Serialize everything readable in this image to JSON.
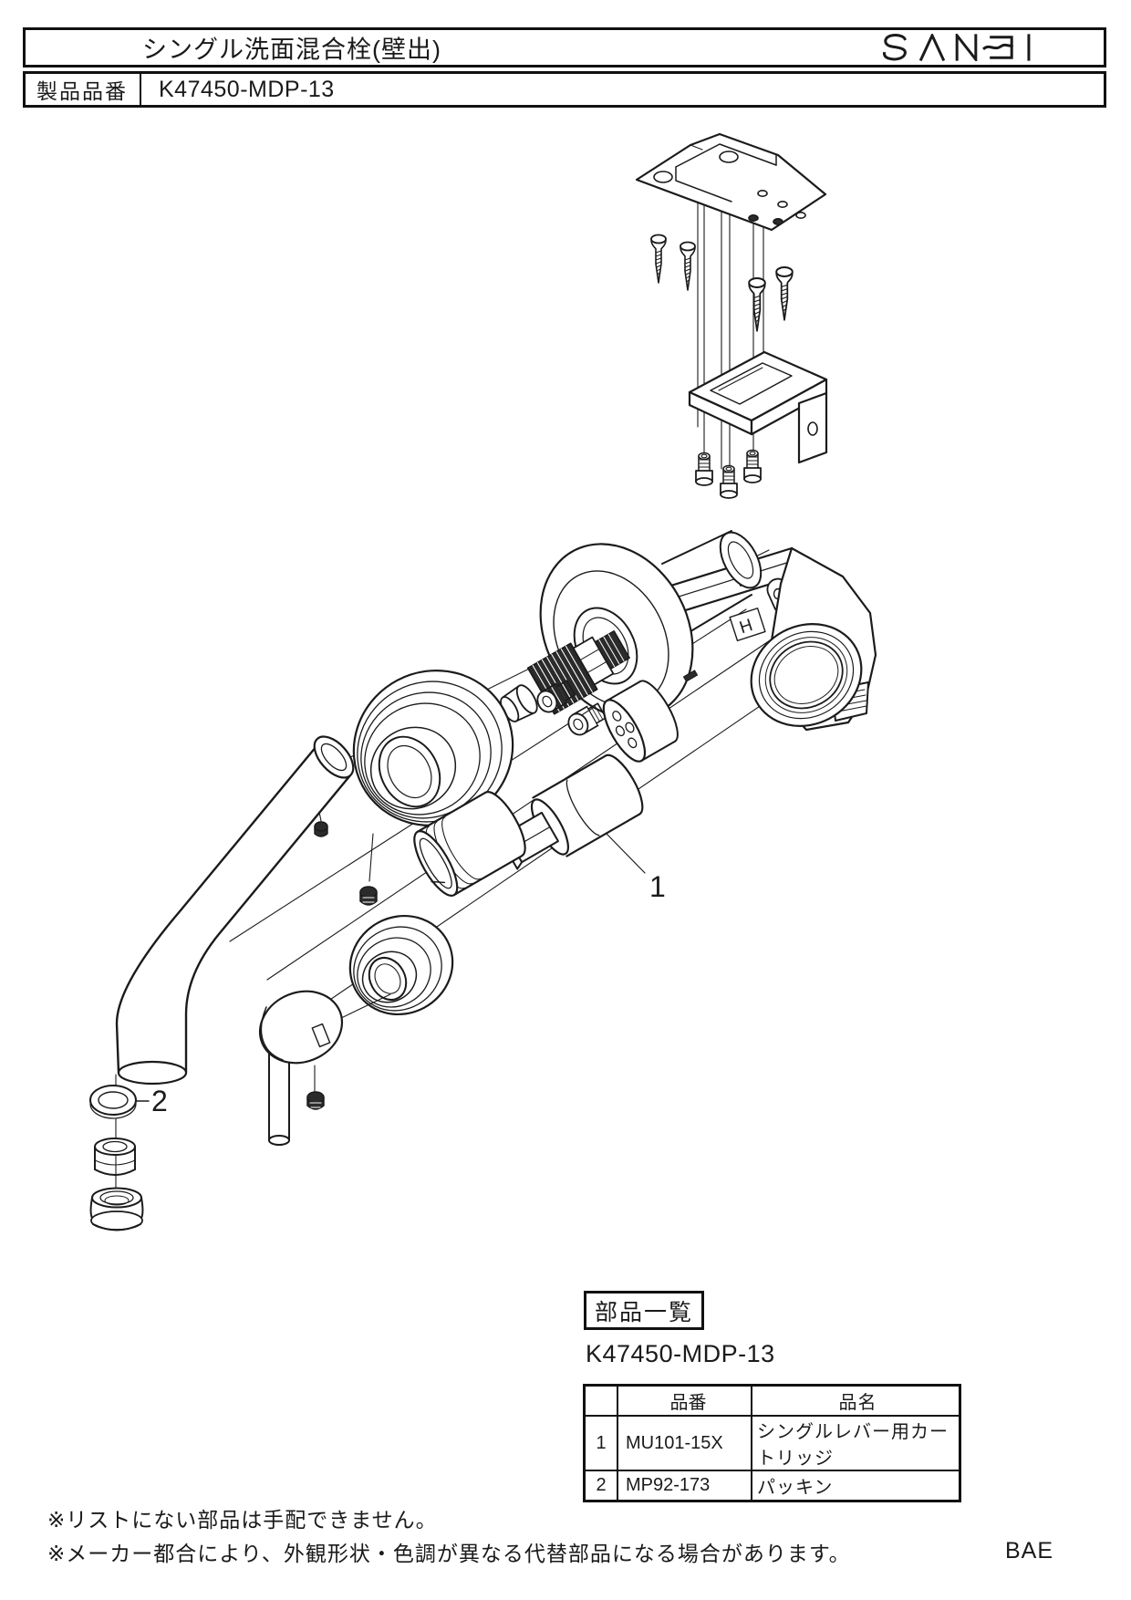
{
  "header": {
    "title": "シングル洗面混合栓(壁出)",
    "brand": "SANEI",
    "product_label": "製品品番",
    "product_code": "K47450-MDP-13"
  },
  "parts": {
    "heading": "部品一覧",
    "model": "K47450-MDP-13",
    "table": {
      "headers": [
        "",
        "品番",
        "品名"
      ],
      "rows": [
        {
          "no": "1",
          "code": "MU101-15X",
          "name": "シングルレバー用カートリッジ"
        },
        {
          "no": "2",
          "code": "MP92-173",
          "name": "パッキン"
        }
      ]
    }
  },
  "diagram": {
    "body_mark": "H",
    "labels": [
      {
        "text": "1",
        "part": "cartridge"
      },
      {
        "text": "2",
        "part": "packing"
      }
    ]
  },
  "footer": {
    "notes": [
      "※リストにない部品は手配できません。",
      "※メーカー都合により、外観形状・色調が異なる代替部品になる場合があります。"
    ],
    "code": "BAE"
  },
  "colors": {
    "line": "#1b1b1b",
    "background": "#ffffff",
    "dark_part": "#2b2b2b"
  }
}
